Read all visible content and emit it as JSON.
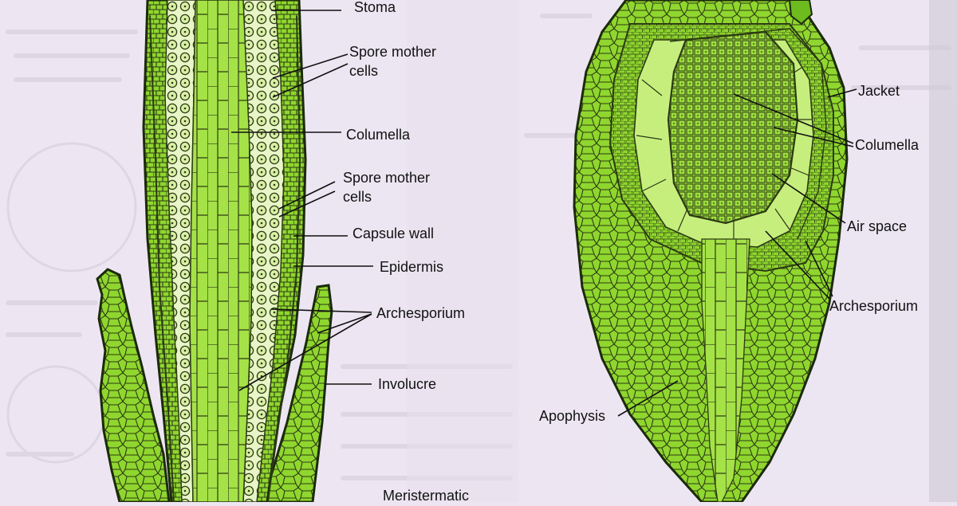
{
  "colors": {
    "paper": "#ede6f2",
    "tissue": "#8fd62e",
    "tissue_light": "#c6ee7d",
    "tissue_dark": "#6dbb1e",
    "cell_line": "#2c3a14",
    "outline": "#1c2a0c",
    "label": "#111111"
  },
  "figure_left": {
    "labels": {
      "stoma": "Stoma",
      "spore_mother_cells_1": [
        "Spore mother",
        "cells"
      ],
      "columella": "Columella",
      "spore_mother_cells_2": [
        "Spore mother",
        "cells"
      ],
      "capsule_wall": "Capsule wall",
      "epidermis": "Epidermis",
      "archesporium": "Archesporium",
      "involucre": "Involucre",
      "meristematic": "Meristermatic"
    }
  },
  "figure_right": {
    "labels": {
      "jacket": "Jacket",
      "columella": "Columella",
      "air_space": "Air space",
      "archesporium": "Archesporium",
      "apophysis": "Apophysis"
    }
  }
}
